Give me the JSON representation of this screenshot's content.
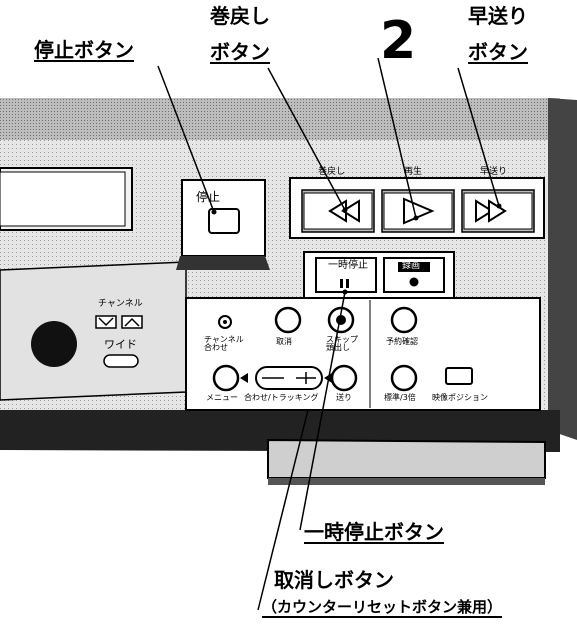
{
  "step_number": "2",
  "callouts": {
    "stop_button": "停止ボタン",
    "rewind_line1": "巻戻し",
    "rewind_line2": "ボタン",
    "ff_line1": "早送り",
    "ff_line2": "ボタン",
    "pause_button": "一時停止ボタン",
    "cancel_button": "取消しボタン",
    "cancel_note": "（カウンターリセットボタン兼用）"
  },
  "panel_labels": {
    "stop": "停止",
    "rewind": "巻戻し",
    "play": "再生",
    "ff": "早送り",
    "pause": "一時停止",
    "record": "録画",
    "channel": "チャンネル",
    "wide": "ワイド",
    "channel_mode": "チャンネル\n合わせ",
    "cancel": "取消",
    "skip_search": "スキップ\n頭出し",
    "timer_reserve": "予約確認",
    "menu": "メニュー",
    "tracking": "合わせ/トラッキング",
    "send": "送り",
    "speed": "標準/3倍",
    "video_position": "映像ポジション"
  },
  "colors": {
    "panel_gray": "#8c8c8c",
    "panel_light": "#d9d9d9",
    "ink": "#000000"
  }
}
